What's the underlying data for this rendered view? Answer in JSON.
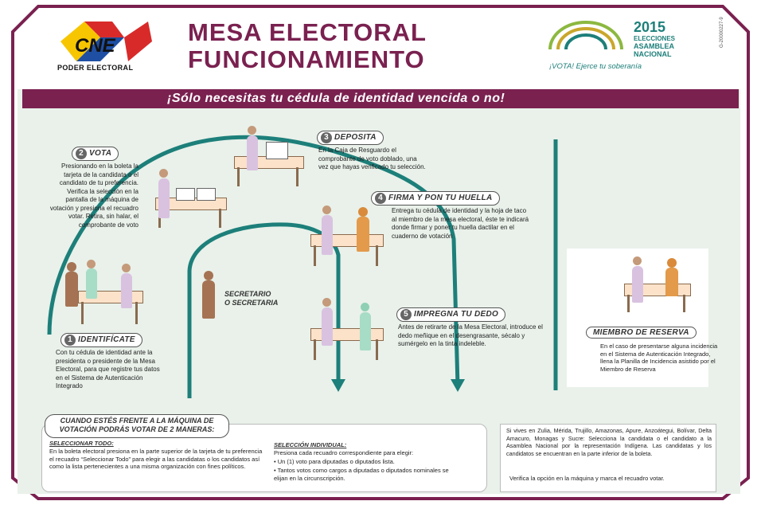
{
  "header": {
    "logo_text": "CNE",
    "logo_subtitle": "PODER ELECTORAL",
    "title_line1": "MESA ELECTORAL",
    "title_line2": "FUNCIONAMIENTO",
    "election_year": "2015",
    "election_line1": "ELECCIONES",
    "election_line2": "ASAMBLEA",
    "election_line3": "NACIONAL",
    "slogan": "¡VOTA! Ejerce tu soberanía",
    "side_code": "G-20000227-9"
  },
  "banner": "¡Sólo necesitas tu cédula de identidad vencida o no!",
  "steps": {
    "s1": {
      "num": "1",
      "title": "IDENTIFÍCATE",
      "text": "Con tu cédula de identidad ante la presidenta o presidente de la Mesa Electoral, para que registre tus datos en el Sistema de Autenticación Integrado"
    },
    "s2": {
      "num": "2",
      "title": "VOTA",
      "text": "Presionando en la boleta la tarjeta de la candidata o el candidato de tu preferencia. Verifica la selección en la pantalla de la máquina de votación y presiona el recuadro votar. Retira, sin halar, el comprobante de voto"
    },
    "s3": {
      "num": "3",
      "title": "DEPOSITA",
      "text": "En la Caja de Resguardo el comprobante de voto doblado, una vez que hayas verificado tu selección."
    },
    "s4": {
      "num": "4",
      "title": "FIRMA Y PON TU HUELLA",
      "text": "Entrega tu cédula de identidad y la hoja de taco al miembro de la mesa electoral, éste te indicará donde firmar y poner tu huella dactilar en el cuaderno de votación"
    },
    "s5": {
      "num": "5",
      "title": "IMPREGNA TU DEDO",
      "text": "Antes de retirarte de la Mesa Electoral, introduce el dedo meñique en el desengrasante, sécalo y sumérgelo en la tinta indeleble."
    }
  },
  "secretario": "SECRETARIO\nO SECRETARIA",
  "reserva": {
    "title": "MIEMBRO DE RESERVA",
    "text": "En el caso de presentarse alguna incidencia en el Sistema de Autenticación Integrado, llena la Planilla de Incidencia asistido por el Miembro de Reserva"
  },
  "bottom": {
    "header_line1": "CUANDO ESTÉS FRENTE A LA MÁQUINA DE",
    "header_line2": "VOTACIÓN PODRÁS VOTAR DE 2 MANERAS:",
    "todo_title": "SELECCIONAR TODO:",
    "todo_text": "En la boleta electoral presiona en la parte superior de la tarjeta de tu preferencia el recuadro “Seleccionar Todo” para elegir a las candidatas o los candidatos así como la lista pertenecientes a una misma organización con fines políticos.",
    "indiv_title": "SELECCIÓN INDIVIDUAL:",
    "indiv_intro": "Presiona cada recuadro correspondiente para elegir:",
    "indiv_b1": "Un (1) voto para diputadas o diputados lista.",
    "indiv_b2": "Tantos votos como cargos a diputadas o diputados nominales se elijan en la circunscripción.",
    "right_text": "Si vives en Zulia, Mérida, Trujillo, Amazonas, Apure, Anzoátegui, Bolívar, Delta Amacuro, Monagas y Sucre: Selecciona la candidata o el candidato a la Asamblea Nacional por la representación Indígena. Las candidatas y los candidatos se encuentran en la parte inferior de la boleta.",
    "right_note": "Verifica la opción en la máquina y marca el recuadro votar."
  },
  "colors": {
    "maroon": "#7a2150",
    "teal": "#1d7f7a",
    "bg": "#e9f1ea"
  }
}
